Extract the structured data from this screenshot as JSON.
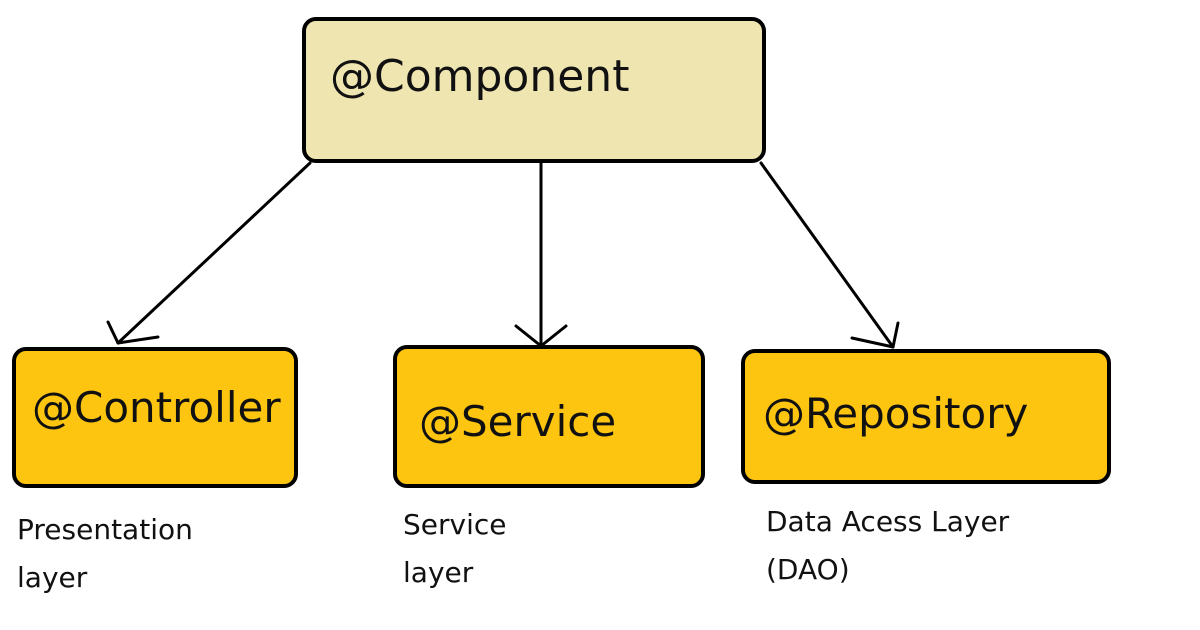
{
  "colors": {
    "component_fill": "#EEE5B1",
    "stereotype_fill": "#FDC50F",
    "border": "#000000",
    "text": "#111111"
  },
  "diagram": {
    "root": {
      "label": "@Component"
    },
    "children": [
      {
        "label": "@Controller",
        "caption_lines": [
          "Presentation",
          "layer"
        ]
      },
      {
        "label": "@Service",
        "caption_lines": [
          "Service",
          "layer"
        ]
      },
      {
        "label": "@Repository",
        "caption_lines": [
          "Data Acess Layer",
          "(DAO)"
        ]
      }
    ]
  }
}
